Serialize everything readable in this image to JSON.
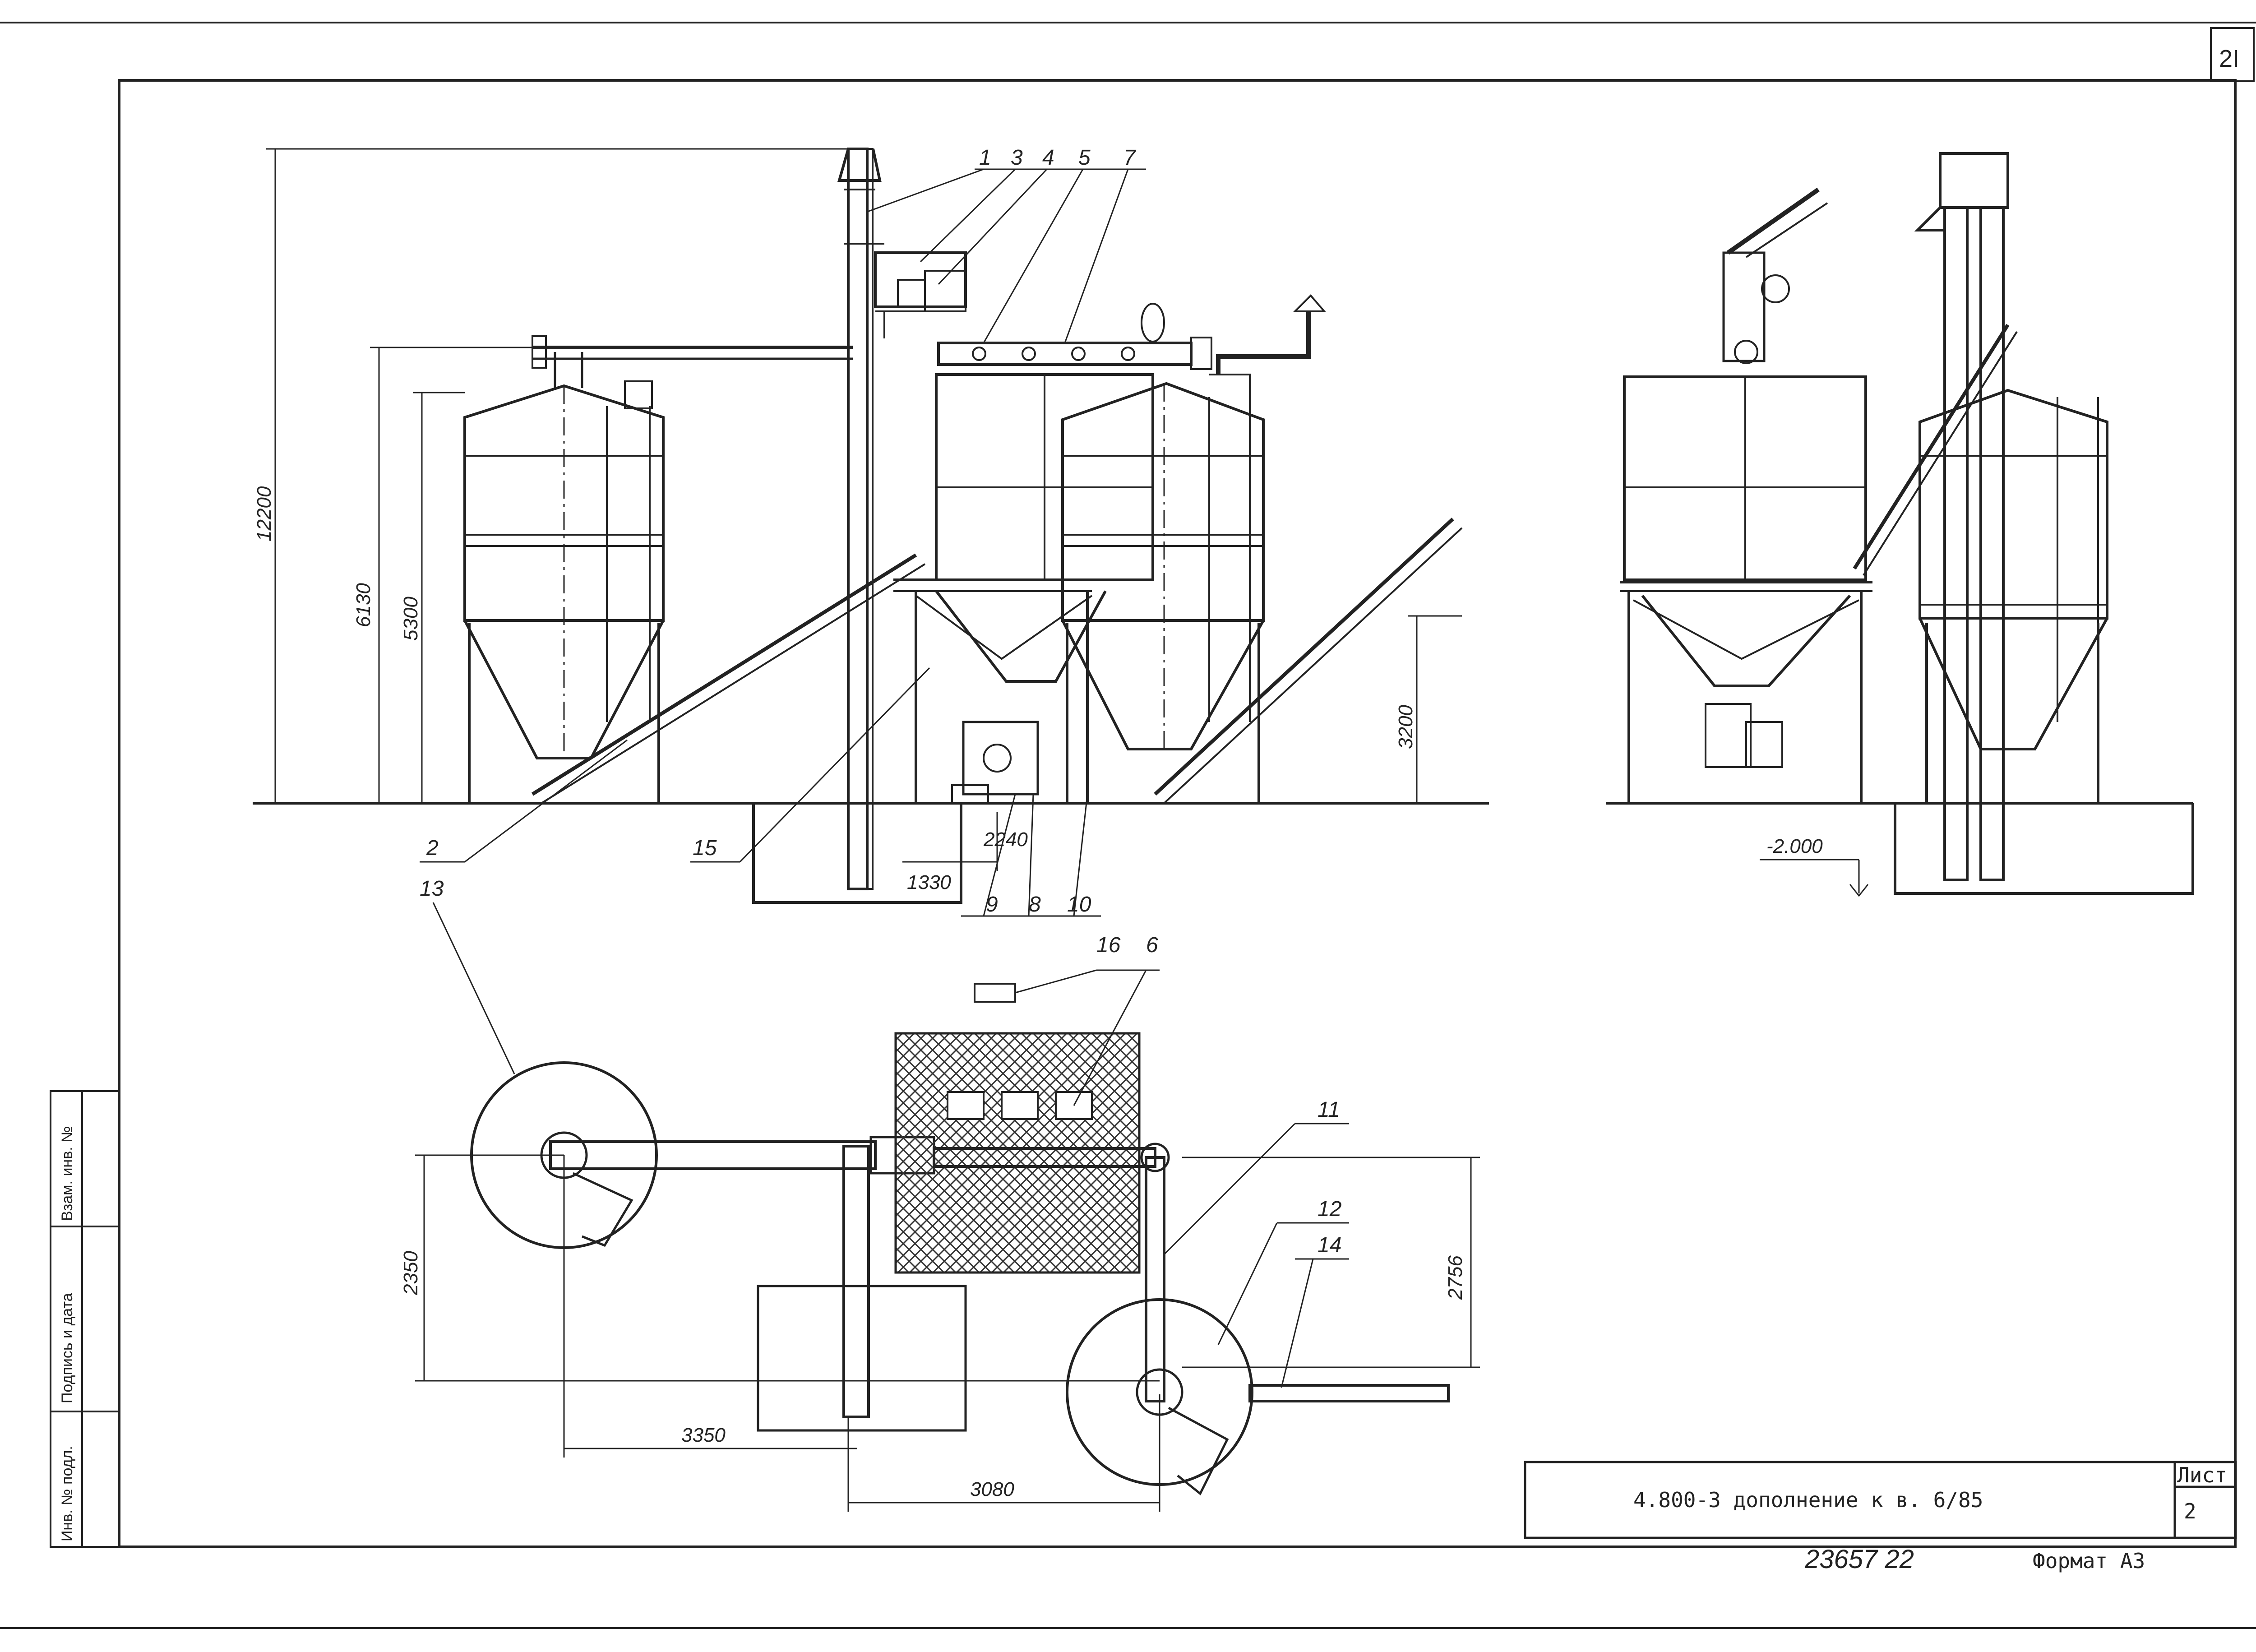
{
  "sheet": {
    "page_number": "2I",
    "title_block_text": "4.800-3  дополнение к в. 6/85",
    "sheet_label": "Лист",
    "sheet_number": "2",
    "handwritten_number": "23657  22",
    "format_label": "Формат А3"
  },
  "side_stamp": {
    "fields": [
      "Взам. инв. №",
      "Подпись и дата",
      "Инв. № подл."
    ]
  },
  "callouts": {
    "top": [
      "1",
      "3",
      "4",
      "5",
      "7"
    ],
    "bottom": [
      "9",
      "8",
      "10"
    ],
    "n2": "2",
    "n15": "15",
    "n13": "13",
    "n16": "16",
    "n6": "6",
    "n11": "11",
    "n12": "12",
    "n14": "14"
  },
  "dimensions": {
    "d12200": "12200",
    "d6130": "6130",
    "d5300": "5300",
    "d3200": "3200",
    "d1330": "1330",
    "d2240": "2240",
    "d2350": "2350",
    "d2756": "2756",
    "d3350": "3350",
    "d3080": "3080",
    "level": "-2.000"
  }
}
